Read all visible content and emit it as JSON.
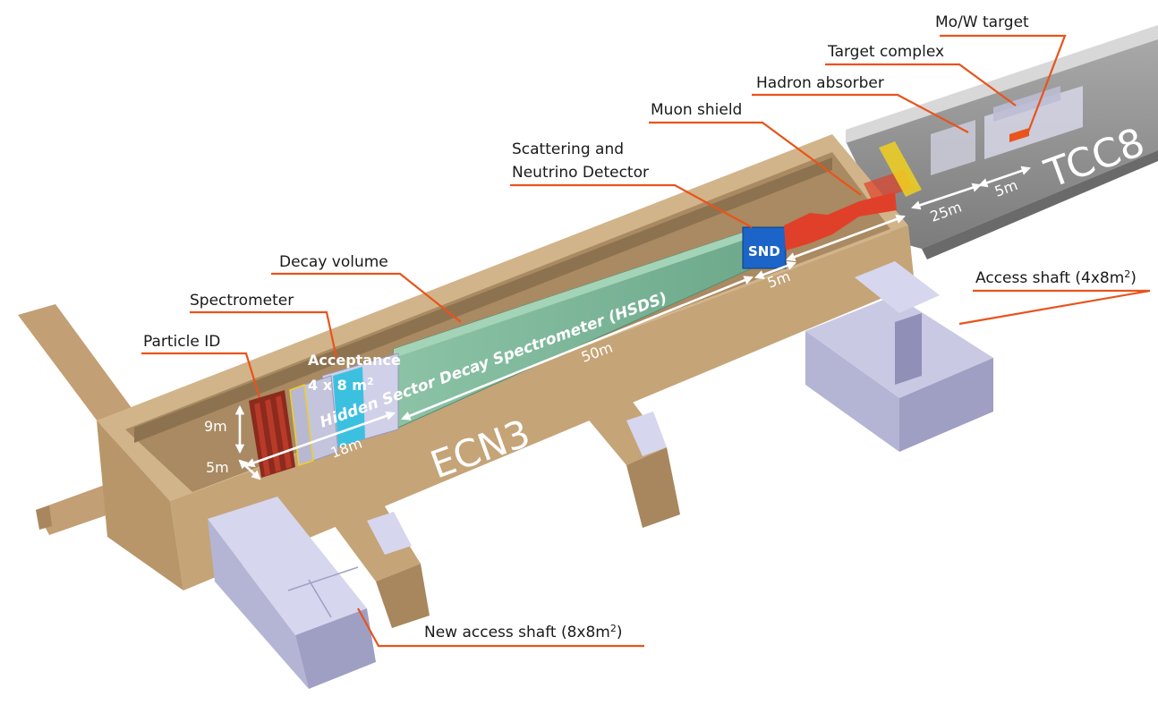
{
  "labels": {
    "mo_w_target": "Mo/W target",
    "target_complex": "Target complex",
    "hadron_absorber": "Hadron absorber",
    "muon_shield": "Muon shield",
    "snd_line1": "Scattering and",
    "snd_line2": "Neutrino Detector",
    "decay_volume": "Decay volume",
    "spectrometer": "Spectrometer",
    "particle_id": "Particle ID",
    "access_shaft_prefix": "Access shaft (4x8m",
    "access_shaft_sup": "2",
    "access_shaft_suffix": ")",
    "new_access_prefix": "New access shaft (8x8m",
    "new_access_sup": "2",
    "new_access_suffix": ")"
  },
  "in_diagram": {
    "tcc8": "TCC8",
    "ecn3": "ECN3",
    "snd": "SND",
    "hsds": "Hidden Sector Decay Spectrometer (HSDS)",
    "acceptance_line1": "Acceptance",
    "acceptance_line2_prefix": "4 x 8 m",
    "acceptance_line2_sup": "2"
  },
  "dimensions": {
    "d_5m_top": "5m",
    "d_25m": "25m",
    "d_5m_mid": "5m",
    "d_50m": "50m",
    "d_9m": "9m",
    "d_18m": "18m",
    "d_5m_bottom": "5m"
  },
  "colors": {
    "hall_tan": "#c8a77b",
    "leader_orange": "#e8541c",
    "decay_green": "#7fb89a",
    "snd_blue": "#1c64c8",
    "muon_red": "#e0402a",
    "shaft_lavender": "#c9c9e4",
    "tunnel_grey": "#8a8a8a"
  }
}
